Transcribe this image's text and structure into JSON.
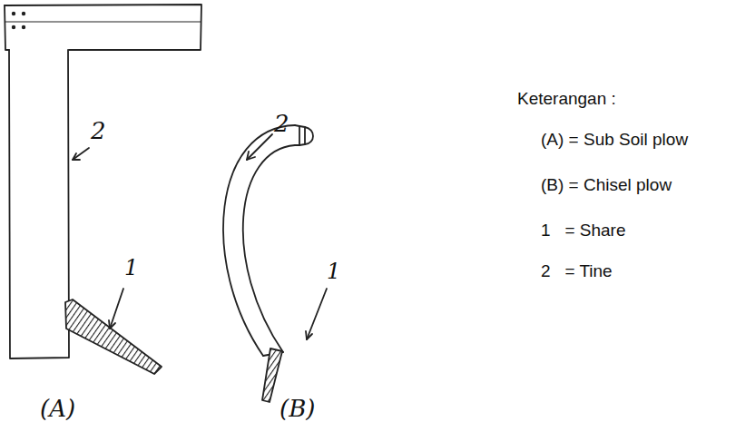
{
  "diagram": {
    "labels": [
      "2",
      "1",
      "2",
      "1",
      "(A)",
      "(B)",
      "Keterangan :",
      "(A) = Sub Soil plow",
      "(B) = Chisel plow",
      "1   = Share",
      "2   = Tine"
    ]
  }
}
